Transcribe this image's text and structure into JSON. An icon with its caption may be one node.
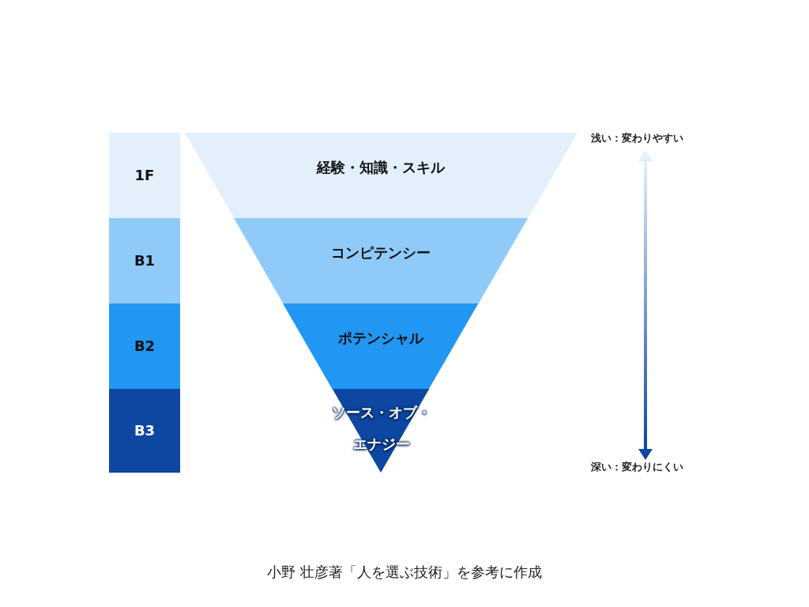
{
  "diagram": {
    "caption": "小野 壮彦著「人を選ぶ技術」を参考に作成",
    "nodes": [
      {
        "text": [
          "1F"
        ]
      },
      {
        "text": [
          "経験・知識・スキル"
        ]
      },
      {
        "text": [
          "B1"
        ]
      },
      {
        "text": [
          "コンピテンシー"
        ]
      },
      {
        "text": [
          "B2"
        ]
      },
      {
        "text": [
          "ポテンシャル"
        ]
      },
      {
        "text": [
          "B3"
        ]
      },
      {
        "text": [
          "ソース・オブ・エナジー"
        ]
      }
    ],
    "edges": [],
    "labels": [
      "浅い：変わりやすい",
      "深い：変わりにくい"
    ]
  }
}
